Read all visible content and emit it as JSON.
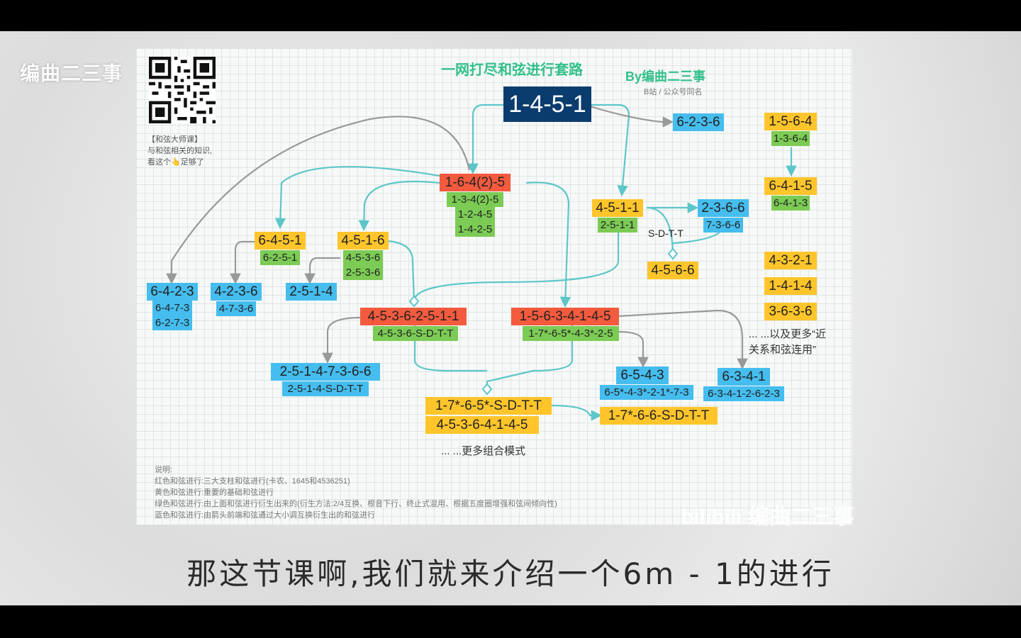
{
  "channel": "编曲二三事",
  "title": "一网打尽和弦进行套路",
  "byline": "By编曲二三事",
  "byline_sub": "B站 / 公众号同名",
  "qr_caption": [
    "【和弦大师课】",
    "与和弦相关的知识,",
    "看这个👆足够了"
  ],
  "nodes": {
    "n1451": "1-4-5-1",
    "n6236": "6-2-3-6",
    "n1564": "1-5-6-4",
    "n1364": "1-3-6-4",
    "n6415": "6-4-1-5",
    "n6413": "6-4-1-3",
    "n16425": "1-6-4(2)-5",
    "n13425": "1-3-4(2)-5",
    "n1245": "1-2-4-5",
    "n1425": "1-4-2-5",
    "n4511": "4-5-1-1",
    "n2511": "2-5-1-1",
    "n2366": "2-3-6-6",
    "n7366": "7-3-6-6",
    "sdtt": "S-D-T-T",
    "n4566": "4-5-6-6",
    "n6451": "6-4-5-1",
    "n6251": "6-2-5-1",
    "n4516": "4-5-1-6",
    "n4536": "4-5-3-6",
    "n2536": "2-5-3-6",
    "n6423": "6-4-2-3",
    "n6473": "6-4-7-3",
    "n6273": "6-2-7-3",
    "n4236": "4-2-3-6",
    "n4736": "4-7-3-6",
    "n2514": "2-5-1-4",
    "n4321": "4-3-2-1",
    "n1414": "1-4-1-4",
    "n3636": "3-6-3-6",
    "n4536251": "4-5-3-6-2-5-1-1",
    "n4536sdtt": "4-5-3-6-S-D-T-T",
    "n1563": "1-5-6-3-4-1-4-5",
    "n17star": "1-7*-6-5*-4-3*-2-5",
    "more_near": "... ...以及更多“近",
    "more_near2": "关系和弦连用”",
    "n2514736": "2-5-1-4-7-3-6-6",
    "n2514sdtt": "2-5-1-4-S-D-T-T",
    "n6543": "6-5-4-3",
    "n6543star": "6-5*-4-3*-2-1*-7-3",
    "n6341": "6-3-4-1",
    "n6341long": "6-3-4-1-2-6-2-3",
    "n1765sdtt": "1-7*-6-5*-S-D-T-T",
    "n4536414": "4-5-3-6-4-1-4-5",
    "n176sdtt": "1-7*-6-6-S-D-T-T",
    "more_combo": "... ...更多组合模式"
  },
  "notes": [
    "说明:",
    "红色和弦进行:三大支柱和弦进行(卡农、1645和4536251)",
    "黄色和弦进行:重要的基础和弦进行",
    "绿色和弦进行:由上面和弦进行衍生出来的(衍生方法:2/4互换、根音下行、终止式混用、根据五度圈增强和弦间倾向性)",
    "蓝色和弦进行:由箭头前端和弦通过大小调互换衍生出的和弦进行"
  ],
  "watermark": "bilibili 编曲二三事",
  "subtitle": "那这节课啊,我们就来介绍一个6m - 1的进行",
  "colors": {
    "red": "#f45a3e",
    "yellow": "#ffc52b",
    "green": "#7ccb55",
    "blue": "#45bdee",
    "navy": "#0b3c6e",
    "link": "#5cc6c9",
    "gray_link": "#999999"
  }
}
